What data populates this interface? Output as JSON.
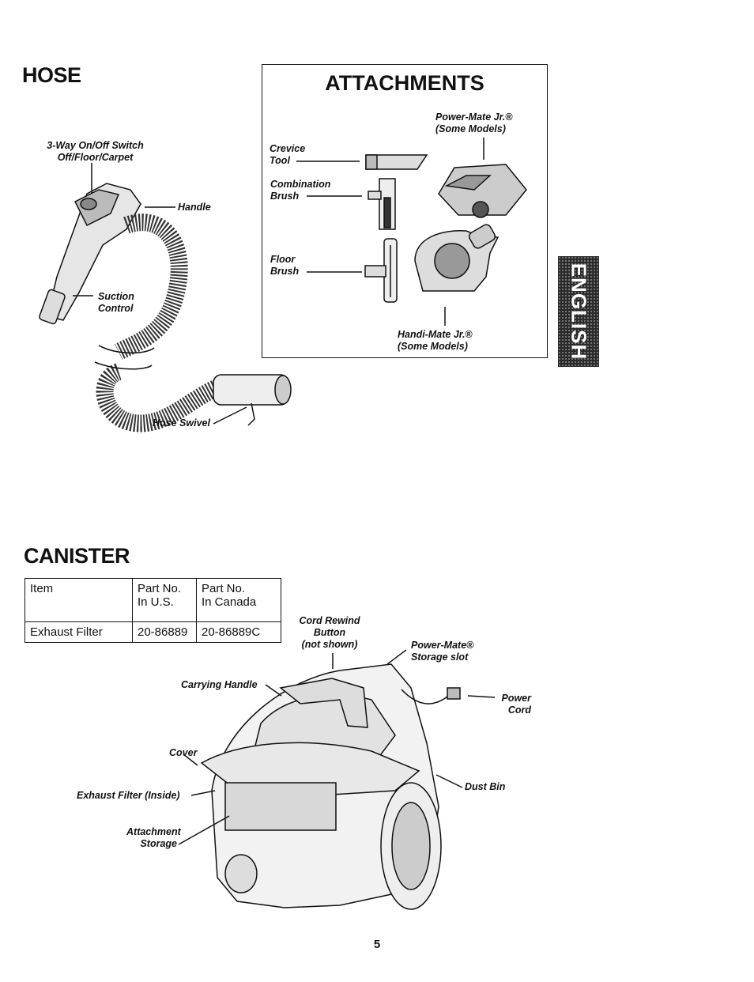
{
  "hose": {
    "title": "HOSE",
    "switch_label_1": "3-Way On/Off Switch",
    "switch_label_2": "Off/Floor/Carpet",
    "handle_label": "Handle",
    "suction_label_1": "Suction",
    "suction_label_2": "Control",
    "swivel_label": "Hose Swivel"
  },
  "attachments": {
    "title": "ATTACHMENTS",
    "powermate_1": "Power-Mate Jr.®",
    "powermate_2": "(Some Models)",
    "crevice_1": "Crevice",
    "crevice_2": "Tool",
    "combo_1": "Combination",
    "combo_2": "Brush",
    "floor_1": "Floor",
    "floor_2": "Brush",
    "handimate_1": "Handi-Mate Jr.®",
    "handimate_2": "(Some Models)"
  },
  "side_tab": "ENGLISH",
  "canister": {
    "title": "CANISTER",
    "table": {
      "headers": [
        "Item",
        "Part No.\nIn U.S.",
        "Part No.\nIn Canada"
      ],
      "rows": [
        [
          "Exhaust Filter",
          "20-86889",
          "20-86889C"
        ]
      ]
    },
    "cord_rewind_1": "Cord Rewind",
    "cord_rewind_2": "Button",
    "cord_rewind_3": "(not shown)",
    "storage_slot_1": "Power-Mate®",
    "storage_slot_2": "Storage slot",
    "carrying_handle": "Carrying Handle",
    "power_cord_1": "Power",
    "power_cord_2": "Cord",
    "cover": "Cover",
    "dust_bin": "Dust Bin",
    "exhaust_filter": "Exhaust Filter (Inside)",
    "attach_storage_1": "Attachment",
    "attach_storage_2": "Storage"
  },
  "page_number": "5"
}
